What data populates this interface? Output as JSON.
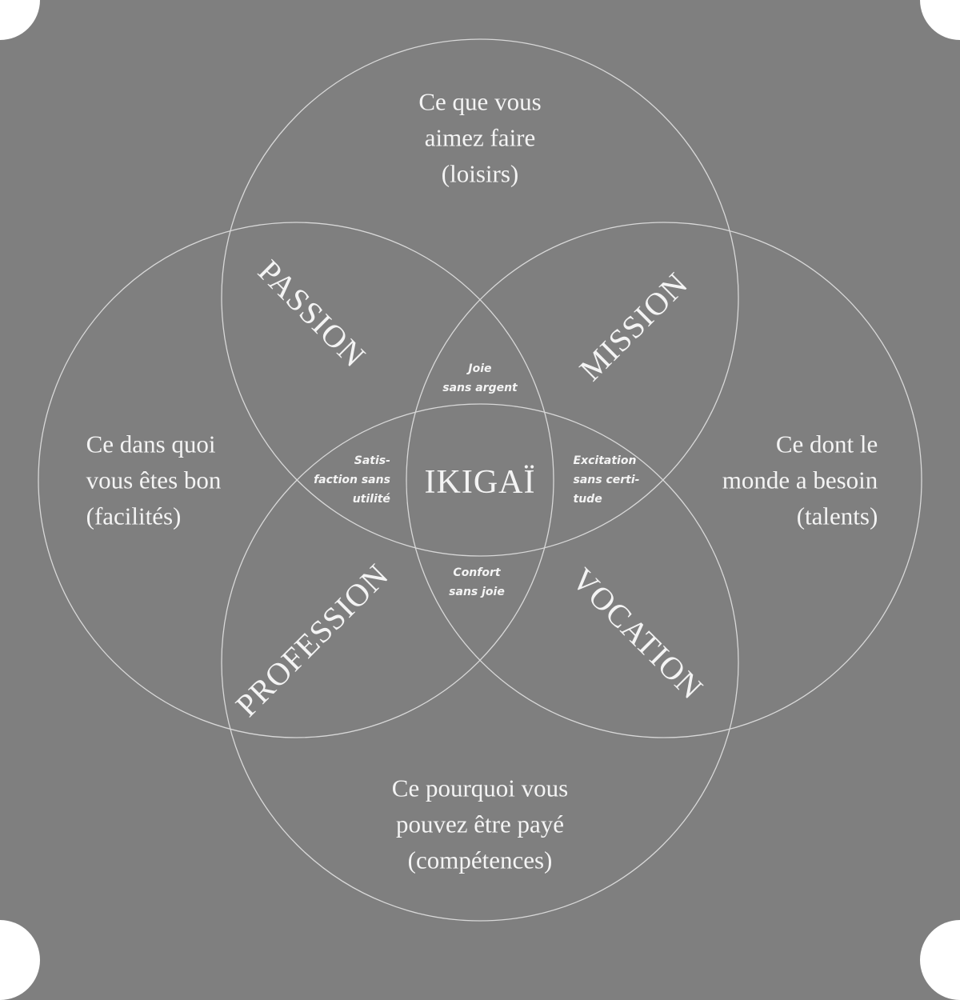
{
  "circles": {
    "top": "Ce que vous aimez faire (loisirs)"
  },
  "labels": {
    "top": [
      "Ce que vous",
      "aimez faire",
      "(loisirs)"
    ],
    "left": [
      "Ce dans quoi",
      "vous êtes bon",
      "(facilités)"
    ],
    "right": [
      "Ce dont le",
      "monde a besoin",
      "(talents)"
    ],
    "bottom": [
      "Ce pourquoi vous",
      "pouvez être payé",
      "(compétences)"
    ],
    "passion": "PASSION",
    "mission": "MISSION",
    "profession": "PROFESSION",
    "vocation": "VOCATION",
    "ikigai": "IKIGAÏ",
    "joie": [
      "Joie",
      "sans argent"
    ],
    "satisfaction": [
      "Satis-",
      "faction sans",
      "utilité"
    ],
    "excitation": [
      "Excitation",
      "sans certi-",
      "tude"
    ],
    "confort": [
      "Confort",
      "sans joie"
    ]
  },
  "colors": {
    "background": "#7f7f7f",
    "line": "#d8d8d8",
    "text": "#f4f4f4"
  }
}
